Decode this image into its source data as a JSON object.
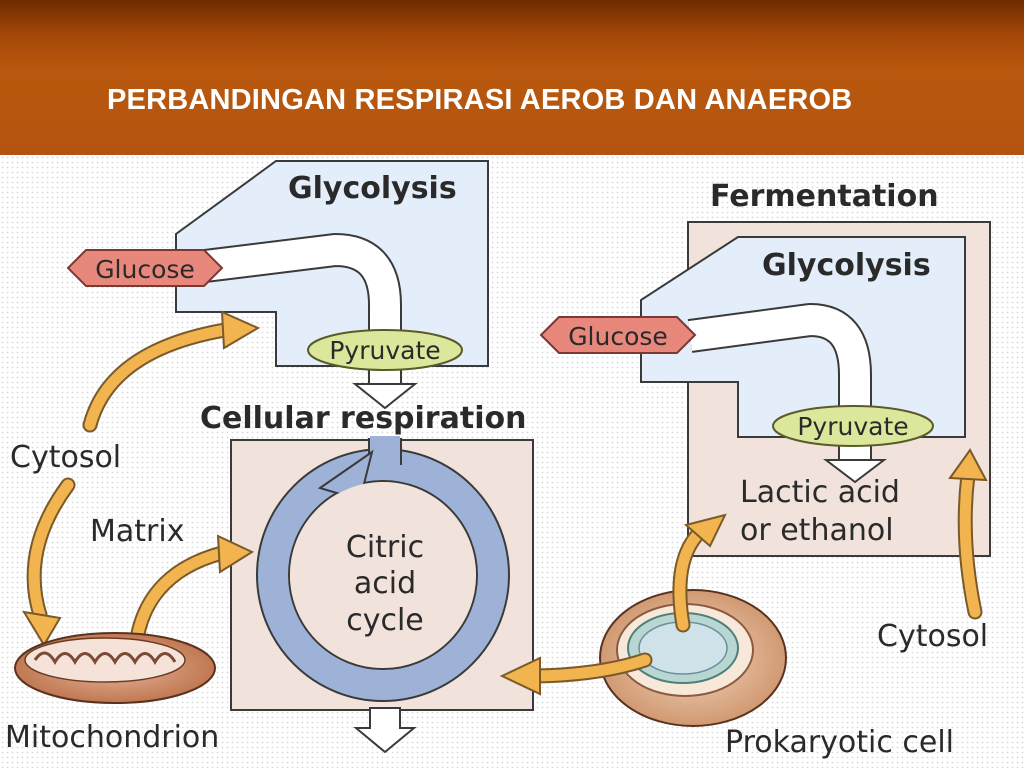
{
  "slide": {
    "title": "PERBANDINGAN RESPIRASI AEROB DAN ANAEROB"
  },
  "diagram": {
    "aerobic": {
      "glycolysis": "Glycolysis",
      "glucose": "Glucose",
      "pyruvate": "Pyruvate",
      "cellular_respiration": "Cellular respiration",
      "citric_cycle_line1": "Citric",
      "citric_cycle_line2": "acid",
      "citric_cycle_line3": "cycle",
      "cytosol": "Cytosol",
      "matrix": "Matrix",
      "mitochondrion": "Mitochondrion"
    },
    "fermentation": {
      "title": "Fermentation",
      "glycolysis": "Glycolysis",
      "glucose": "Glucose",
      "pyruvate": "Pyruvate",
      "product_line1": "Lactic acid",
      "product_line2": "or ethanol",
      "cytosol": "Cytosol",
      "prokaryotic_cell": "Prokaryotic cell"
    }
  },
  "colors": {
    "header_brown": "#b35410",
    "title_text": "#ffffff",
    "glycolysis_box": "#e3eefa",
    "respiration_box": "#f1e3db",
    "glucose_tag": "#e8877c",
    "pyruvate_tag": "#dbe79a",
    "cycle_arrow": "#9db2d6",
    "orange_arrow": "#f2b44e"
  }
}
